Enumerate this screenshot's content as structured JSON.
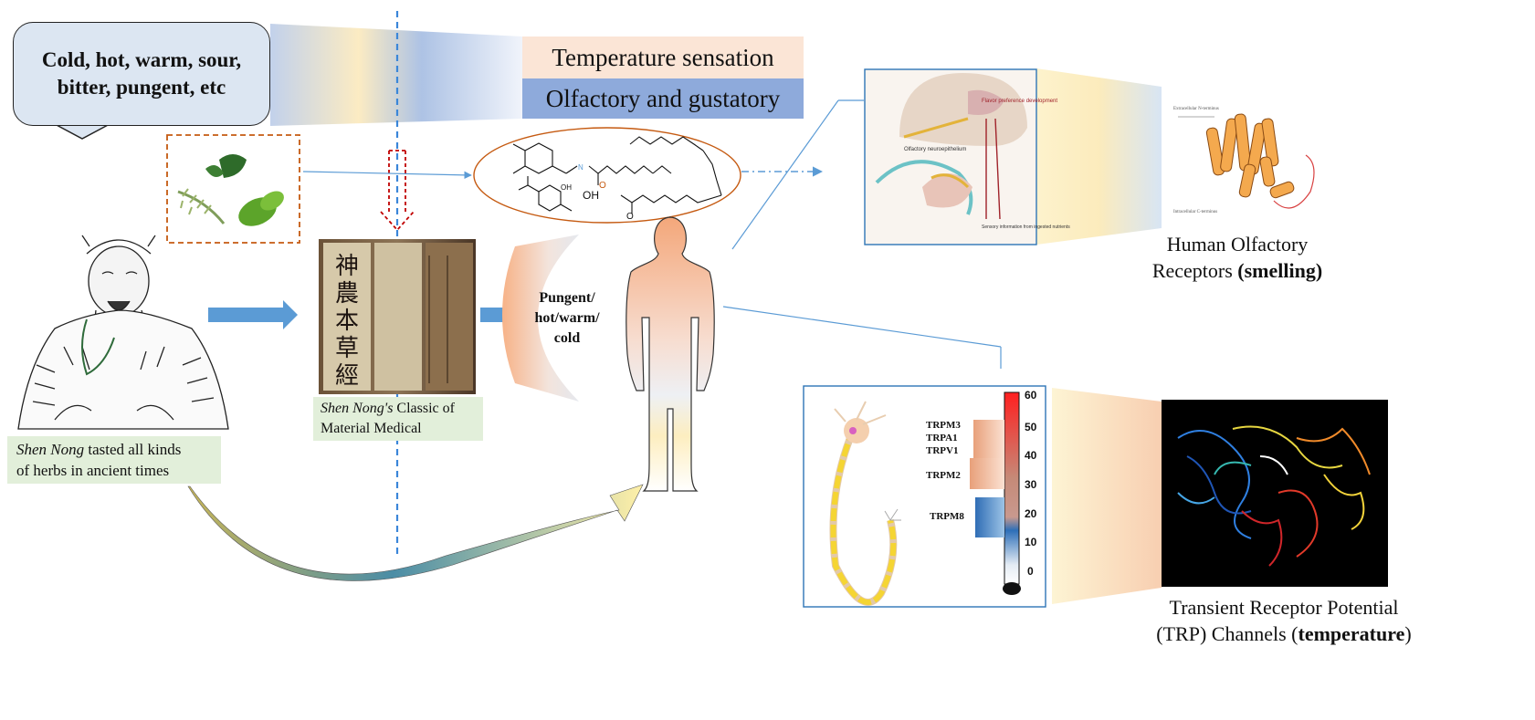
{
  "bubble": {
    "line1": "Cold, hot, warm, sour,",
    "line2": "bitter, pungent, etc"
  },
  "properties": {
    "temperature": "Temperature sensation",
    "olfactory": "Olfactory and gustatory"
  },
  "shen_nong": {
    "name": "Shen Nong",
    "rest1": " tasted all kinds",
    "line2": "of herbs in ancient times"
  },
  "classic": {
    "name": "Shen Nong's",
    "rest1": " Classic of",
    "line2": "Material  Medical"
  },
  "pungent_label": {
    "line1": "Pungent/",
    "line2": "hot/warm/",
    "line3": "cold"
  },
  "chemical": {
    "oh1": "OH",
    "oh2": "OH"
  },
  "olfactory_receptor": {
    "line1": "Human Olfactory",
    "line2_a": "Receptors ",
    "line2_b": "(smelling)"
  },
  "trp": {
    "line1": "Transient Receptor Potential",
    "line2_a": "(TRP) Channels (",
    "line2_b": "temperature",
    "line2_c": ")"
  },
  "trp_channels": [
    "TRPM3",
    "TRPA1",
    "TRPV1",
    "TRPM2",
    "TRPM8"
  ],
  "temp_scale": [
    "60",
    "50",
    "40",
    "30",
    "20",
    "10",
    "0"
  ],
  "brain_labels": {
    "flavor": "Flavor preference development",
    "olfactory_neuro": "Olfactory neuroepithelium",
    "sensory": "Sensory information from ingested nutrients"
  },
  "receptor_labels": {
    "extra": "Extracellular N-terminus",
    "intra": "Intracellular C-terminus"
  },
  "book_chars": [
    "神",
    "農",
    "本",
    "草",
    "經"
  ],
  "colors": {
    "arrow_blue": "#5b9bd5",
    "dashed_blue": "#3a86d9",
    "dashed_red": "#c00000",
    "olf_box": "#8eaadb",
    "temp_box": "#fbe5d6",
    "label_green": "#e2efda"
  }
}
